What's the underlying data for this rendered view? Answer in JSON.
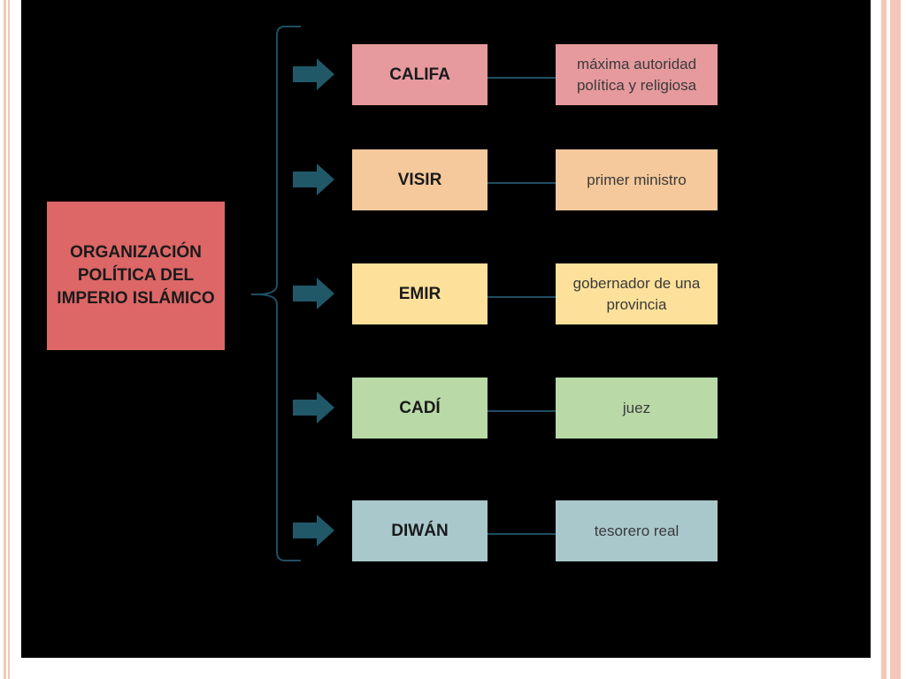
{
  "diagram": {
    "title": "ORGANIZACIÓN POLÍTICA DEL IMPERIO ISLÁMICO",
    "title_color": "#dd6666",
    "line_color": "#1f4e63",
    "arrow_color": "#215868",
    "rows": [
      {
        "role": "CALIFA",
        "description": "máxima autoridad política y religiosa",
        "color": "#e69a9e"
      },
      {
        "role": "VISIR",
        "description": "primer ministro",
        "color": "#f5c99b"
      },
      {
        "role": "EMIR",
        "description": "gobernador de una provincia",
        "color": "#fde19a"
      },
      {
        "role": "CADÍ",
        "description": "juez",
        "color": "#b9d9a7"
      },
      {
        "role": "DIWÁN",
        "description": "tesorero real",
        "color": "#a9c8cc"
      }
    ]
  },
  "frame": {
    "panel_color": "#000000",
    "stripe_color": "#f6c6b8"
  }
}
